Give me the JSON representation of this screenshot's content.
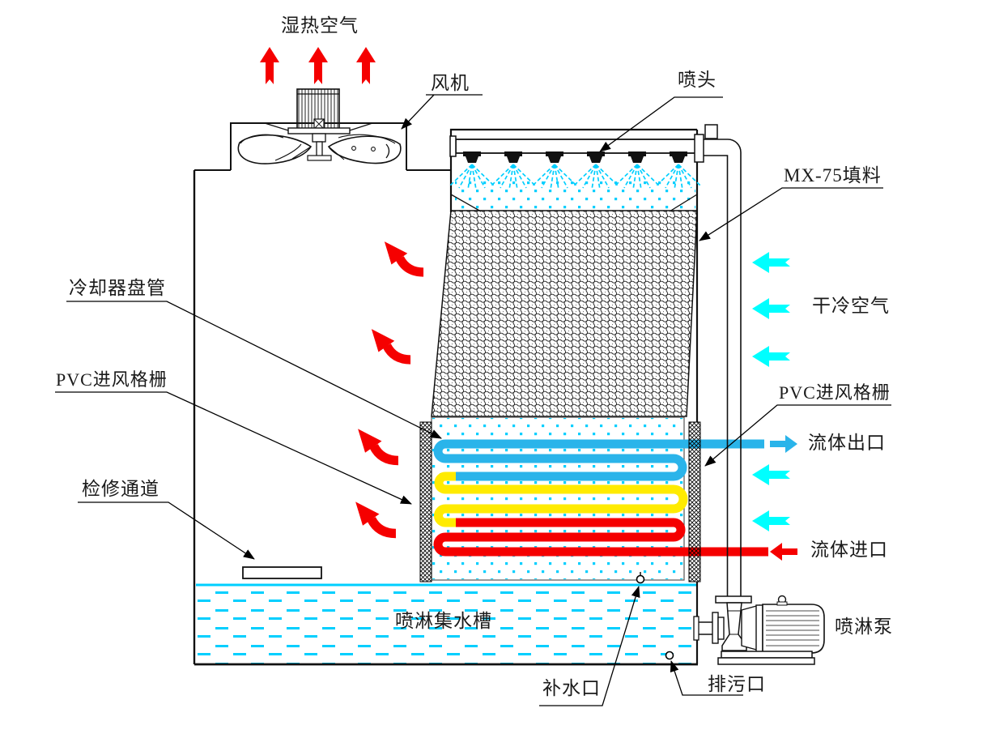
{
  "diagram": {
    "kind": "closed-circuit-cooling-tower-schematic",
    "labels": {
      "hot_humid_air": "湿热空气",
      "fan": "风机",
      "spray_nozzle": "喷头",
      "fill_material": "MX-75填料",
      "dry_cold_air": "干冷空气",
      "cooler_coil": "冷却器盘管",
      "pvc_inlet_louver_left": "PVC进风格栅",
      "pvc_inlet_louver_right": "PVC进风格栅",
      "fluid_outlet": "流体出口",
      "access_walkway": "检修通道",
      "fluid_inlet": "流体进口",
      "spray_water_basin": "喷淋集水槽",
      "spray_pump": "喷淋泵",
      "makeup_water_port": "补水口",
      "drain_port": "排污口"
    },
    "colors": {
      "hot_red": "#f50000",
      "cold_cyan": "#00ffff",
      "water_cyan": "#00cfff",
      "coil_outlet_blue": "#2ab4ea",
      "coil_middle_yellow": "#ffeb00",
      "line_black": "#111111"
    }
  }
}
